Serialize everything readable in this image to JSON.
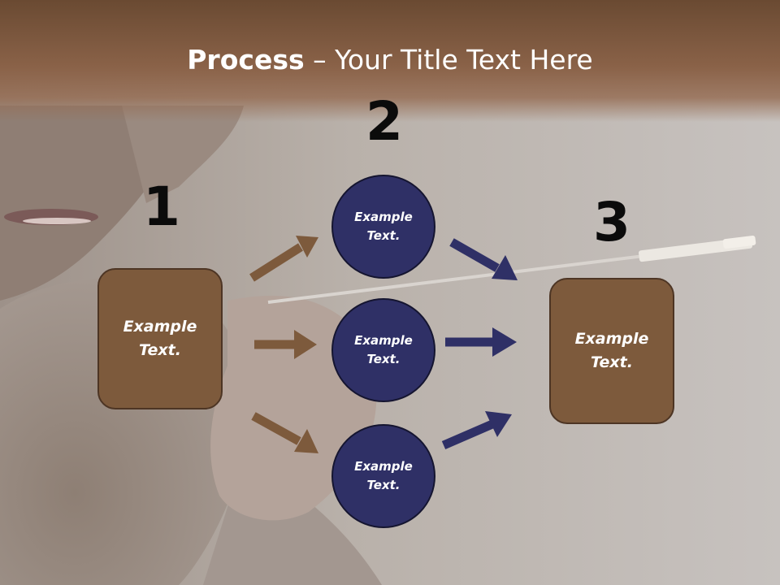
{
  "slide": {
    "title_bold": "Process",
    "title_rest": " – Your Title Text Here",
    "steps": [
      {
        "number": "1",
        "box_text": "Example Text."
      },
      {
        "number": "2",
        "circles": [
          "Example Text.",
          "Example Text.",
          "Example Text."
        ]
      },
      {
        "number": "3",
        "box_text": "Example Text."
      }
    ]
  },
  "colors": {
    "title_band": "#8a6248",
    "box_fill": "#7d5a3c",
    "circle_fill": "#2f3066",
    "brown_arrow": "#7d5a3c",
    "navy_arrow": "#2f3066"
  }
}
